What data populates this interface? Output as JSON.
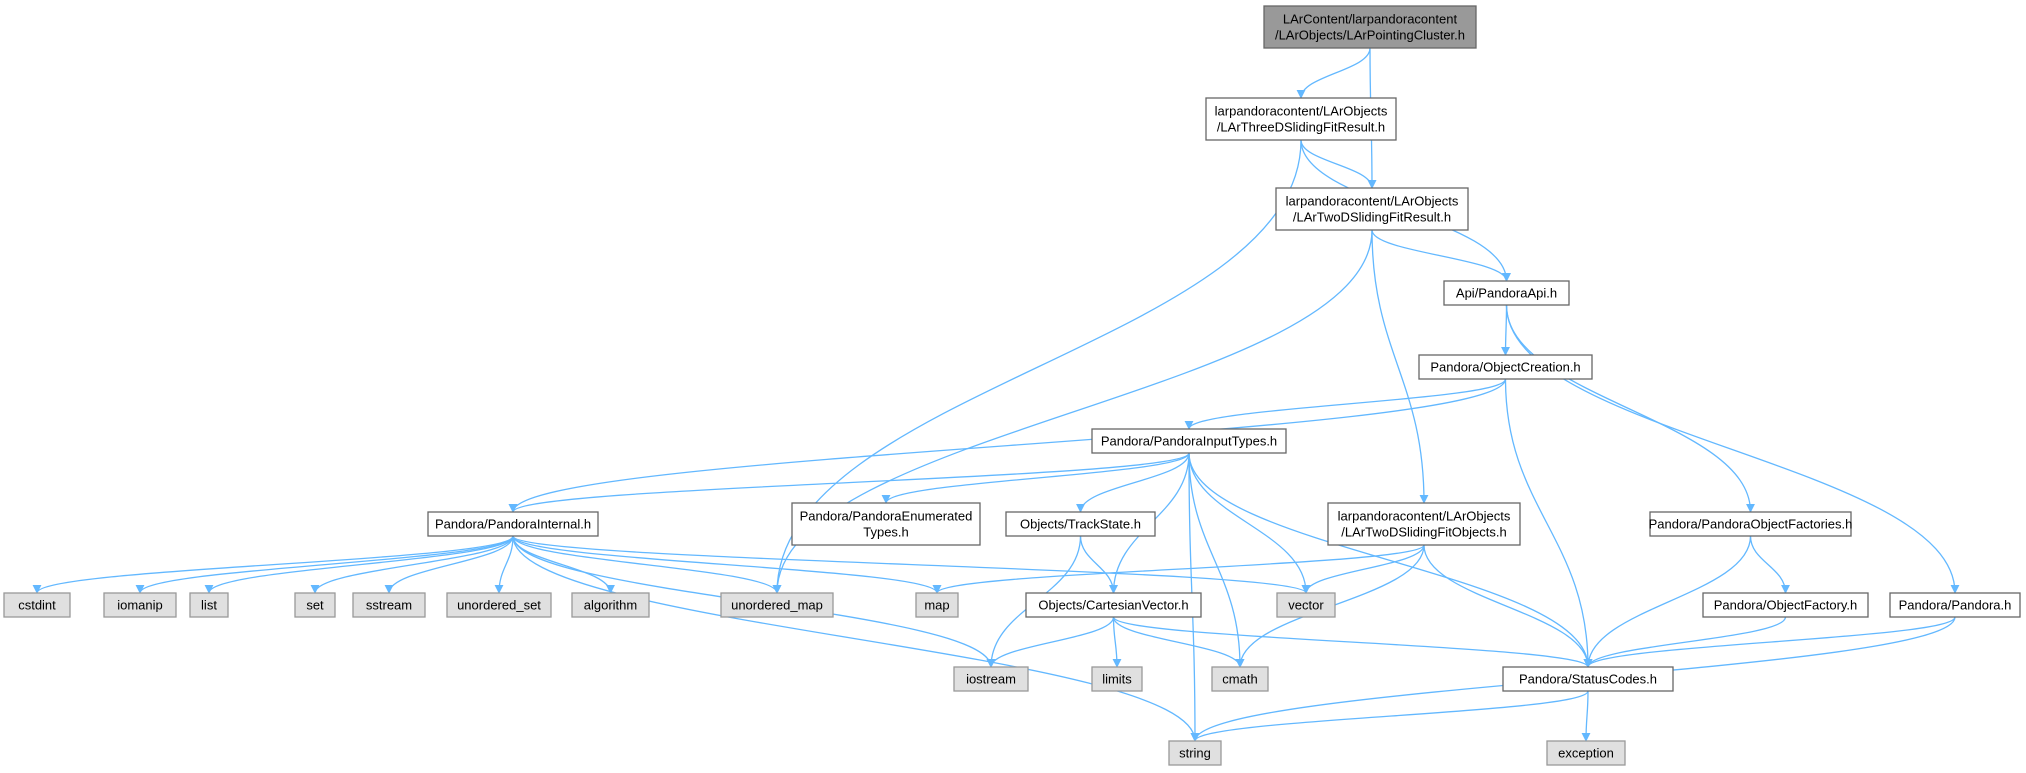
{
  "colors": {
    "edge": "#63b8ff",
    "root_fill": "#999999",
    "root_stroke": "#666666",
    "node_fill": "#ffffff",
    "node_stroke": "#666666",
    "system_fill": "#e0e0e0",
    "system_stroke": "#999999",
    "text": "#000000"
  },
  "nodes": [
    {
      "id": "root",
      "kind": "root",
      "lines": [
        "LArContent/larpandoracontent",
        "/LArObjects/LArPointingCluster.h"
      ]
    },
    {
      "id": "three_d",
      "kind": "file",
      "lines": [
        "larpandoracontent/LArObjects",
        "/LArThreeDSlidingFitResult.h"
      ]
    },
    {
      "id": "two_d",
      "kind": "file",
      "lines": [
        "larpandoracontent/LArObjects",
        "/LArTwoDSlidingFitResult.h"
      ]
    },
    {
      "id": "pandora_api",
      "kind": "file",
      "lines": [
        "Api/PandoraApi.h"
      ]
    },
    {
      "id": "object_creation",
      "kind": "file",
      "lines": [
        "Pandora/ObjectCreation.h"
      ]
    },
    {
      "id": "input_types",
      "kind": "file",
      "lines": [
        "Pandora/PandoraInputTypes.h"
      ]
    },
    {
      "id": "internal",
      "kind": "file",
      "lines": [
        "Pandora/PandoraInternal.h"
      ]
    },
    {
      "id": "enumerated",
      "kind": "file",
      "lines": [
        "Pandora/PandoraEnumerated",
        "Types.h"
      ]
    },
    {
      "id": "track_state",
      "kind": "file",
      "lines": [
        "Objects/TrackState.h"
      ]
    },
    {
      "id": "two_d_objects",
      "kind": "file",
      "lines": [
        "larpandoracontent/LArObjects",
        "/LArTwoDSlidingFitObjects.h"
      ]
    },
    {
      "id": "object_factories",
      "kind": "file",
      "lines": [
        "Pandora/PandoraObjectFactories.h"
      ]
    },
    {
      "id": "cartesian",
      "kind": "file",
      "lines": [
        "Objects/CartesianVector.h"
      ]
    },
    {
      "id": "object_factory",
      "kind": "file",
      "lines": [
        "Pandora/ObjectFactory.h"
      ]
    },
    {
      "id": "pandora",
      "kind": "file",
      "lines": [
        "Pandora/Pandora.h"
      ]
    },
    {
      "id": "status_codes",
      "kind": "file",
      "lines": [
        "Pandora/StatusCodes.h"
      ]
    },
    {
      "id": "cstdint",
      "kind": "system",
      "lines": [
        "cstdint"
      ]
    },
    {
      "id": "iomanip",
      "kind": "system",
      "lines": [
        "iomanip"
      ]
    },
    {
      "id": "list",
      "kind": "system",
      "lines": [
        "list"
      ]
    },
    {
      "id": "set",
      "kind": "system",
      "lines": [
        "set"
      ]
    },
    {
      "id": "sstream",
      "kind": "system",
      "lines": [
        "sstream"
      ]
    },
    {
      "id": "unordered_set",
      "kind": "system",
      "lines": [
        "unordered_set"
      ]
    },
    {
      "id": "algorithm",
      "kind": "system",
      "lines": [
        "algorithm"
      ]
    },
    {
      "id": "unordered_map",
      "kind": "system",
      "lines": [
        "unordered_map"
      ]
    },
    {
      "id": "map",
      "kind": "system",
      "lines": [
        "map"
      ]
    },
    {
      "id": "vector",
      "kind": "system",
      "lines": [
        "vector"
      ]
    },
    {
      "id": "iostream",
      "kind": "system",
      "lines": [
        "iostream"
      ]
    },
    {
      "id": "limits",
      "kind": "system",
      "lines": [
        "limits"
      ]
    },
    {
      "id": "cmath",
      "kind": "system",
      "lines": [
        "cmath"
      ]
    },
    {
      "id": "string",
      "kind": "system",
      "lines": [
        "string"
      ]
    },
    {
      "id": "exception",
      "kind": "system",
      "lines": [
        "exception"
      ]
    }
  ],
  "edges": [
    {
      "from": "root",
      "to": "three_d"
    },
    {
      "from": "root",
      "to": "two_d"
    },
    {
      "from": "three_d",
      "to": "two_d"
    },
    {
      "from": "three_d",
      "to": "pandora_api"
    },
    {
      "from": "three_d",
      "to": "unordered_map"
    },
    {
      "from": "two_d",
      "to": "pandora_api"
    },
    {
      "from": "two_d",
      "to": "two_d_objects"
    },
    {
      "from": "two_d",
      "to": "unordered_map"
    },
    {
      "from": "pandora_api",
      "to": "object_creation"
    },
    {
      "from": "pandora_api",
      "to": "object_factories"
    },
    {
      "from": "pandora_api",
      "to": "pandora"
    },
    {
      "from": "object_creation",
      "to": "input_types"
    },
    {
      "from": "object_creation",
      "to": "internal"
    },
    {
      "from": "object_creation",
      "to": "status_codes"
    },
    {
      "from": "input_types",
      "to": "internal"
    },
    {
      "from": "input_types",
      "to": "enumerated"
    },
    {
      "from": "input_types",
      "to": "track_state"
    },
    {
      "from": "input_types",
      "to": "cartesian"
    },
    {
      "from": "input_types",
      "to": "cmath"
    },
    {
      "from": "input_types",
      "to": "vector"
    },
    {
      "from": "input_types",
      "to": "status_codes"
    },
    {
      "from": "input_types",
      "to": "string"
    },
    {
      "from": "internal",
      "to": "cstdint"
    },
    {
      "from": "internal",
      "to": "iomanip"
    },
    {
      "from": "internal",
      "to": "list"
    },
    {
      "from": "internal",
      "to": "set"
    },
    {
      "from": "internal",
      "to": "sstream"
    },
    {
      "from": "internal",
      "to": "unordered_set"
    },
    {
      "from": "internal",
      "to": "algorithm"
    },
    {
      "from": "internal",
      "to": "unordered_map"
    },
    {
      "from": "internal",
      "to": "map"
    },
    {
      "from": "internal",
      "to": "vector"
    },
    {
      "from": "internal",
      "to": "iostream"
    },
    {
      "from": "internal",
      "to": "string"
    },
    {
      "from": "track_state",
      "to": "cartesian"
    },
    {
      "from": "track_state",
      "to": "iostream"
    },
    {
      "from": "two_d_objects",
      "to": "map"
    },
    {
      "from": "two_d_objects",
      "to": "vector"
    },
    {
      "from": "two_d_objects",
      "to": "cmath"
    },
    {
      "from": "two_d_objects",
      "to": "status_codes"
    },
    {
      "from": "object_factories",
      "to": "object_factory"
    },
    {
      "from": "object_factories",
      "to": "status_codes"
    },
    {
      "from": "object_factory",
      "to": "status_codes"
    },
    {
      "from": "pandora",
      "to": "status_codes"
    },
    {
      "from": "pandora",
      "to": "string"
    },
    {
      "from": "cartesian",
      "to": "iostream"
    },
    {
      "from": "cartesian",
      "to": "limits"
    },
    {
      "from": "cartesian",
      "to": "cmath"
    },
    {
      "from": "cartesian",
      "to": "status_codes"
    },
    {
      "from": "status_codes",
      "to": "string"
    },
    {
      "from": "status_codes",
      "to": "exception"
    }
  ]
}
